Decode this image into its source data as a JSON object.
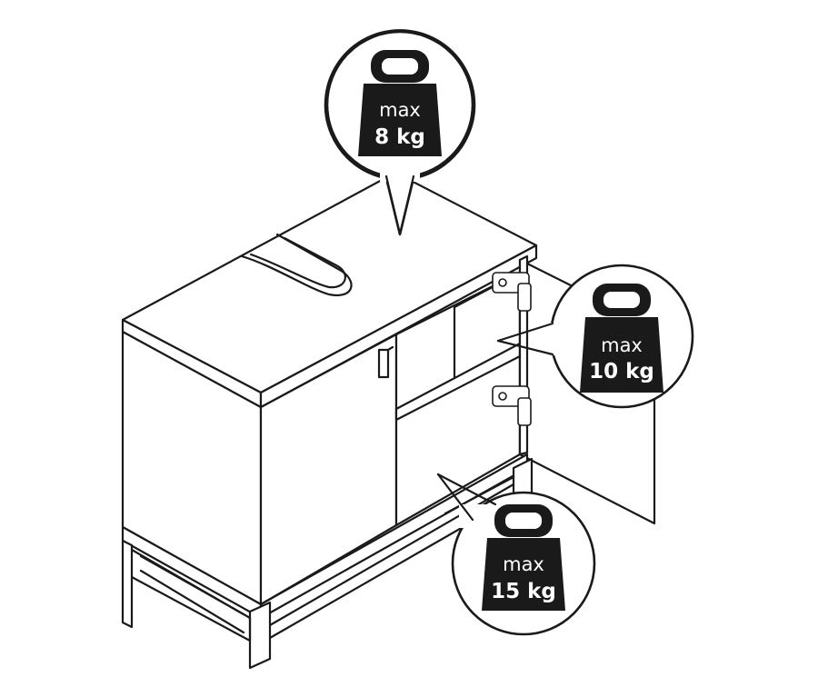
{
  "diagram": {
    "load_labels": [
      {
        "id": "top",
        "line1": "max",
        "line2": "8 kg"
      },
      {
        "id": "door",
        "line1": "max",
        "line2": "10 kg"
      },
      {
        "id": "shelf",
        "line1": "max",
        "line2": "15 kg"
      }
    ]
  },
  "colors": {
    "ink": "#1a1a1a",
    "paper": "#ffffff"
  },
  "icons": {
    "weight": "weight-icon"
  }
}
